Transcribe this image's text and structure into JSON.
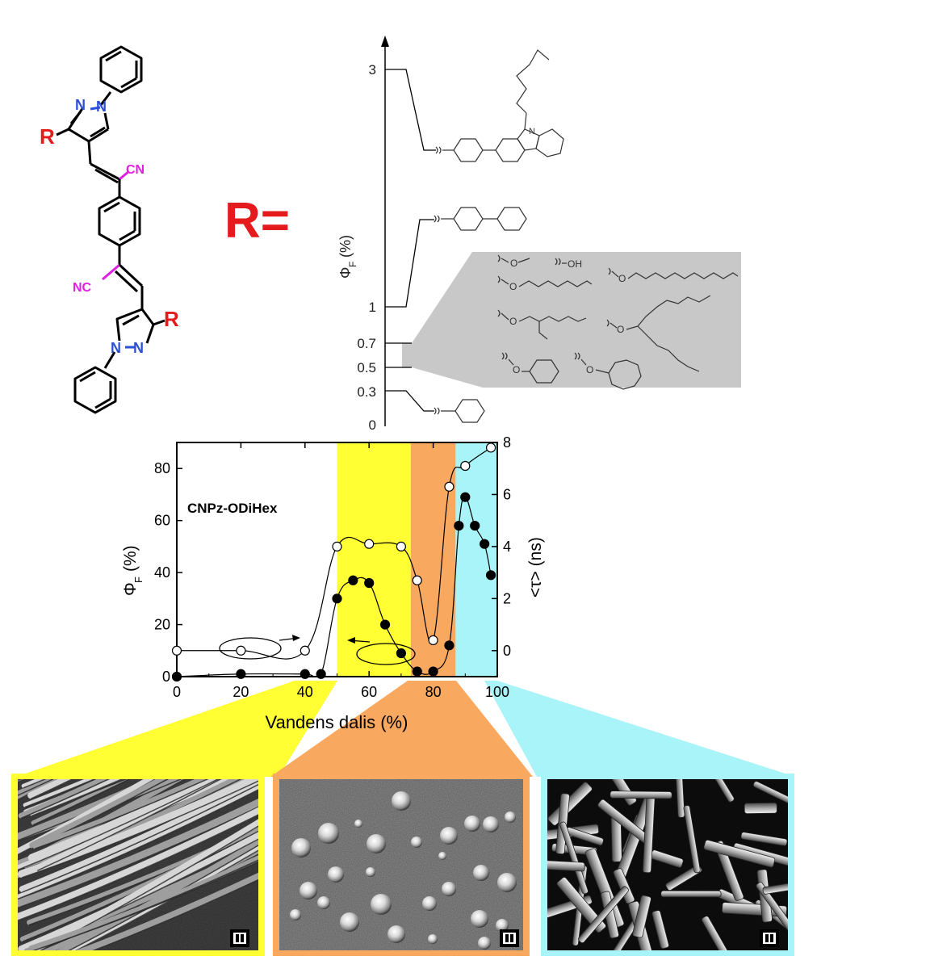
{
  "structure": {
    "substituent_label": "R",
    "cyano_label": "CN",
    "cyano_label_2": "NC",
    "nitrogen_label": "N",
    "r_equals": "R=",
    "color_red": "#e41a1c",
    "color_blue": "#2b4fd6",
    "color_magenta": "#e020e0"
  },
  "qy_scale": {
    "ylabel_symbol": "Φ",
    "ylabel_sub": "F",
    "ylabel_unit": "(%)",
    "ticks": [
      "3",
      "1",
      "0.7",
      "0.5",
      "0.3",
      "0"
    ],
    "fragments": {
      "oh": "OH",
      "o": "O",
      "n": "N"
    },
    "shade_color": "#c8c8c8"
  },
  "chart_data": {
    "type": "scatter",
    "title": "CNPz-ODiHex",
    "xlabel": "Vandens dalis (%)",
    "ylabel_left_symbol": "Φ",
    "ylabel_left_sub": "F",
    "ylabel_left_unit": "(%)",
    "ylabel_right": "<τ>  (ns)",
    "xlim": [
      0,
      100
    ],
    "ylim_left": [
      0,
      90
    ],
    "ylim_right": [
      -1,
      8
    ],
    "x_ticks": [
      "0",
      "20",
      "40",
      "60",
      "80",
      "100"
    ],
    "y_left_ticks": [
      "0",
      "20",
      "40",
      "60",
      "80"
    ],
    "y_right_ticks": [
      "0",
      "2",
      "4",
      "6",
      "8"
    ],
    "regions": [
      {
        "from": 50,
        "to": 73,
        "color": "#ffff33"
      },
      {
        "from": 73,
        "to": 87,
        "color": "#f9a860"
      },
      {
        "from": 87,
        "to": 100,
        "color": "#a8f4f8"
      }
    ],
    "series": [
      {
        "marker": "filled",
        "axis": "left",
        "x": [
          0,
          20,
          40,
          45,
          50,
          55,
          60,
          65,
          70,
          75,
          80,
          85,
          88,
          90,
          93,
          96,
          98
        ],
        "values": [
          0,
          1,
          1,
          1,
          30,
          37,
          36,
          20,
          9,
          2,
          2,
          12,
          58,
          69,
          58,
          51,
          39
        ]
      },
      {
        "marker": "open",
        "axis": "right",
        "x": [
          0,
          20,
          40,
          50,
          60,
          70,
          75,
          80,
          85,
          90,
          98
        ],
        "values": [
          0,
          0,
          0,
          4,
          4.1,
          4,
          2.7,
          0.4,
          6.3,
          7.1,
          7.8
        ]
      }
    ]
  },
  "sem_images": [
    {
      "kind": "fibers",
      "border": "#ffff33"
    },
    {
      "kind": "spheres",
      "border": "#f9a860"
    },
    {
      "kind": "rods",
      "border": "#a8f4f8"
    }
  ]
}
